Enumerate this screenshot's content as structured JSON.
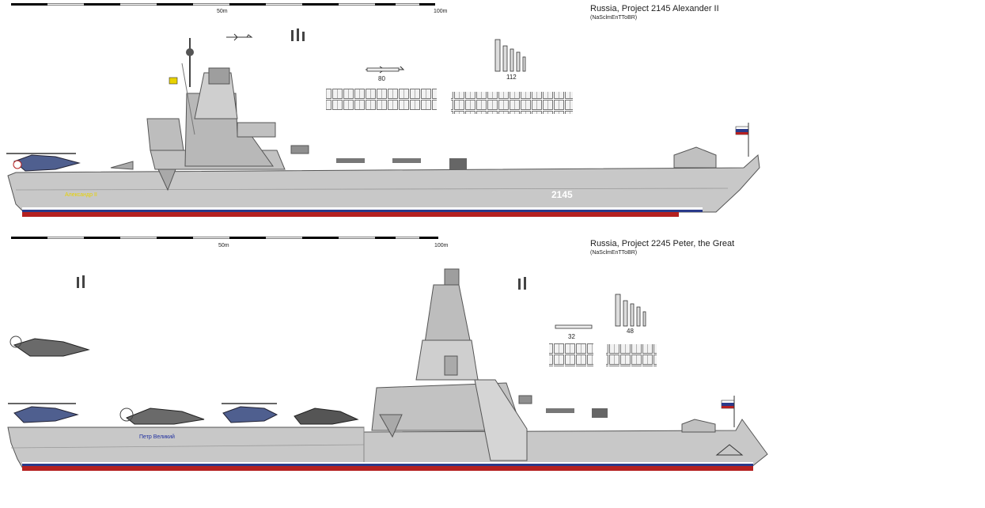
{
  "ship1": {
    "title": "Russia, Project 2145   Alexander  II",
    "credit": "(NaSclmEnTToBR)",
    "scale_mid": "50m",
    "scale_end": "100m",
    "cruise_missiles": "80",
    "sam_missiles": "112",
    "hull_name": "Александр  II",
    "hull_number": "2145"
  },
  "ship2": {
    "title": "Russia, Project 2245   Peter, the Great",
    "credit": "(NaSclmEnTToBR)",
    "scale_mid": "50m",
    "scale_end": "100m",
    "cruise_missiles": "32",
    "sam_missiles": "48",
    "hull_name": "Петр Великий"
  },
  "colors": {
    "hull": "#c8c8c8",
    "hull_dark": "#a9a9a9",
    "boot_red": "#b52020",
    "boot_blue": "#2a3a8a",
    "name1": "#e8d200",
    "name2": "#2030a0"
  }
}
